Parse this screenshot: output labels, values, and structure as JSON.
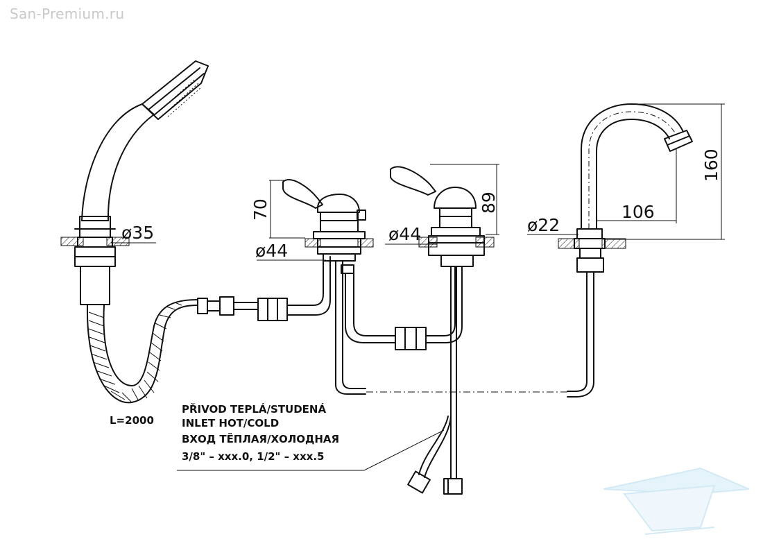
{
  "watermark": "San-Premium.ru",
  "dimensions": {
    "d35": "ø35",
    "d44_left": "ø44",
    "d44_right": "ø44",
    "d22": "ø22",
    "h70": "70",
    "h89": "89",
    "h160": "160",
    "w106": "106",
    "hose_length": "L=2000"
  },
  "note": {
    "line1": "PŘIVOD TEPLÁ/STUDENÁ",
    "line2": "INLET HOT/COLD",
    "line3": "ВХОД ТЁПЛАЯ/ХОЛОДНАЯ",
    "line4": "3/8\" – xxx.0, 1/2\" – xxx.5"
  },
  "colors": {
    "line": "#111111",
    "watermark": "#c9c9c9",
    "logo": "#cfe8f5"
  }
}
